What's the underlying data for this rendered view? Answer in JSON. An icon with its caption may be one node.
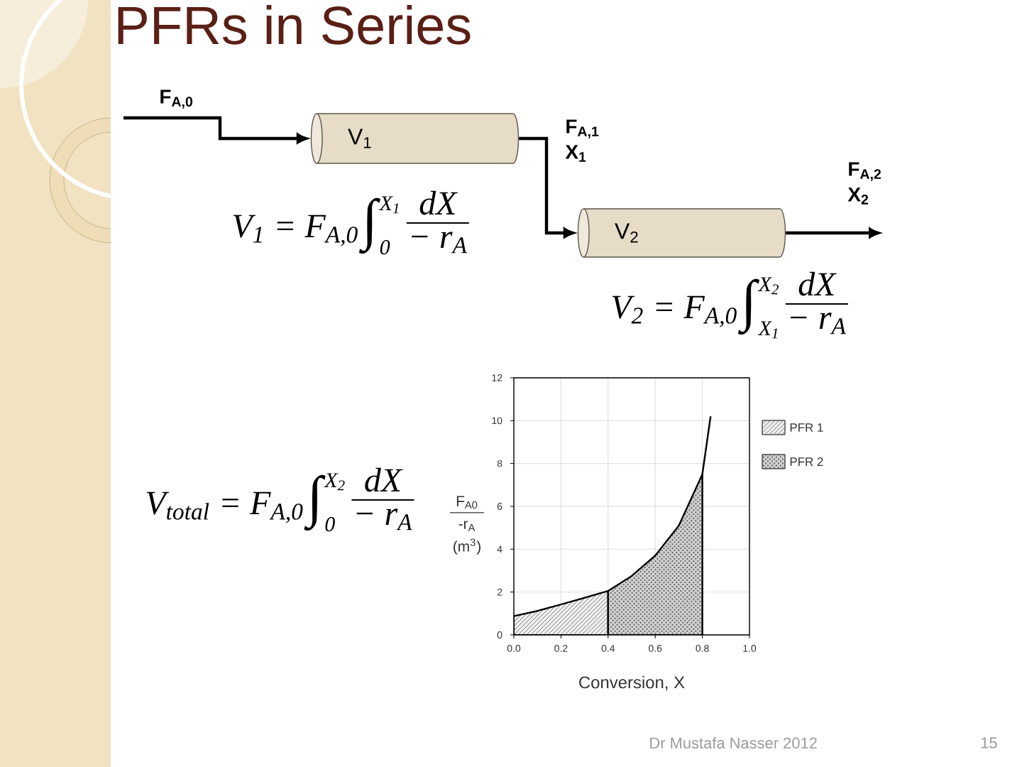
{
  "diagram": {
    "title": "PFRs in Series",
    "nodes": [
      {
        "text": [
          "V$_{1}$"
        ],
        "beside": [
          "V$_{1}$ = F$_{A,0}$",
          "∫",
          "X$_{1}$",
          "0",
          "dX",
          "− r$_{A}$"
        ]
      },
      {
        "text": [
          "V$_{2}$"
        ],
        "beside": [
          "V$_{2}$ = F$_{A,0}$",
          "∫",
          "X$_{2}$",
          "X$_{1}$",
          "dX",
          "− r$_{A}$"
        ]
      }
    ],
    "edges": [
      {
        "from": null,
        "to": 0,
        "arrow": "to",
        "label": "F$_{A,0}$"
      },
      {
        "from": 0,
        "to": 1,
        "arrow": "to",
        "label": "F$_{A,1}$ X$_{1}$"
      },
      {
        "from": 1,
        "to": null,
        "arrow": "to",
        "label": "F$_{A,2}$ X$_{2}$"
      }
    ],
    "labels": [
      "V$_{total}$ = F$_{A,0}$",
      "∫",
      "X$_{2}$",
      "0",
      "dX",
      "− r$_{A}$",
      "Dr Mustafa Nasser 2012",
      "15"
    ],
    "chart_data": {
      "type": "area",
      "xlabel": "Conversion, X",
      "ylabel": "F$_{A0}$ -r$_{A}$ (m$^{3}$)",
      "x": [
        0,
        0.1,
        0.2,
        0.3,
        0.4,
        0.5,
        0.6,
        0.7,
        0.8,
        0.835
      ],
      "series": [
        {
          "name": "PFR 1",
          "values": [
            0.88,
            1.12,
            1.42,
            1.73,
            2.05,
            null,
            null,
            null,
            null,
            null
          ]
        },
        {
          "name": "PFR 2",
          "values": [
            null,
            null,
            null,
            null,
            2.05,
            2.75,
            3.7,
            5.1,
            7.5,
            null
          ]
        },
        {
          "type": "line",
          "values": [
            null,
            null,
            null,
            null,
            null,
            null,
            null,
            null,
            7.5,
            10.2
          ]
        }
      ],
      "xlim": [
        0,
        1
      ],
      "ylim": [
        0,
        12
      ],
      "xticks": [
        {
          "value": 0,
          "label": "0.0"
        },
        0.2,
        0.4,
        0.6,
        0.8,
        {
          "value": 1,
          "label": "1.0"
        }
      ],
      "yticks": [
        0,
        2,
        4,
        6,
        8,
        10,
        12
      ],
      "grid": true
    }
  }
}
